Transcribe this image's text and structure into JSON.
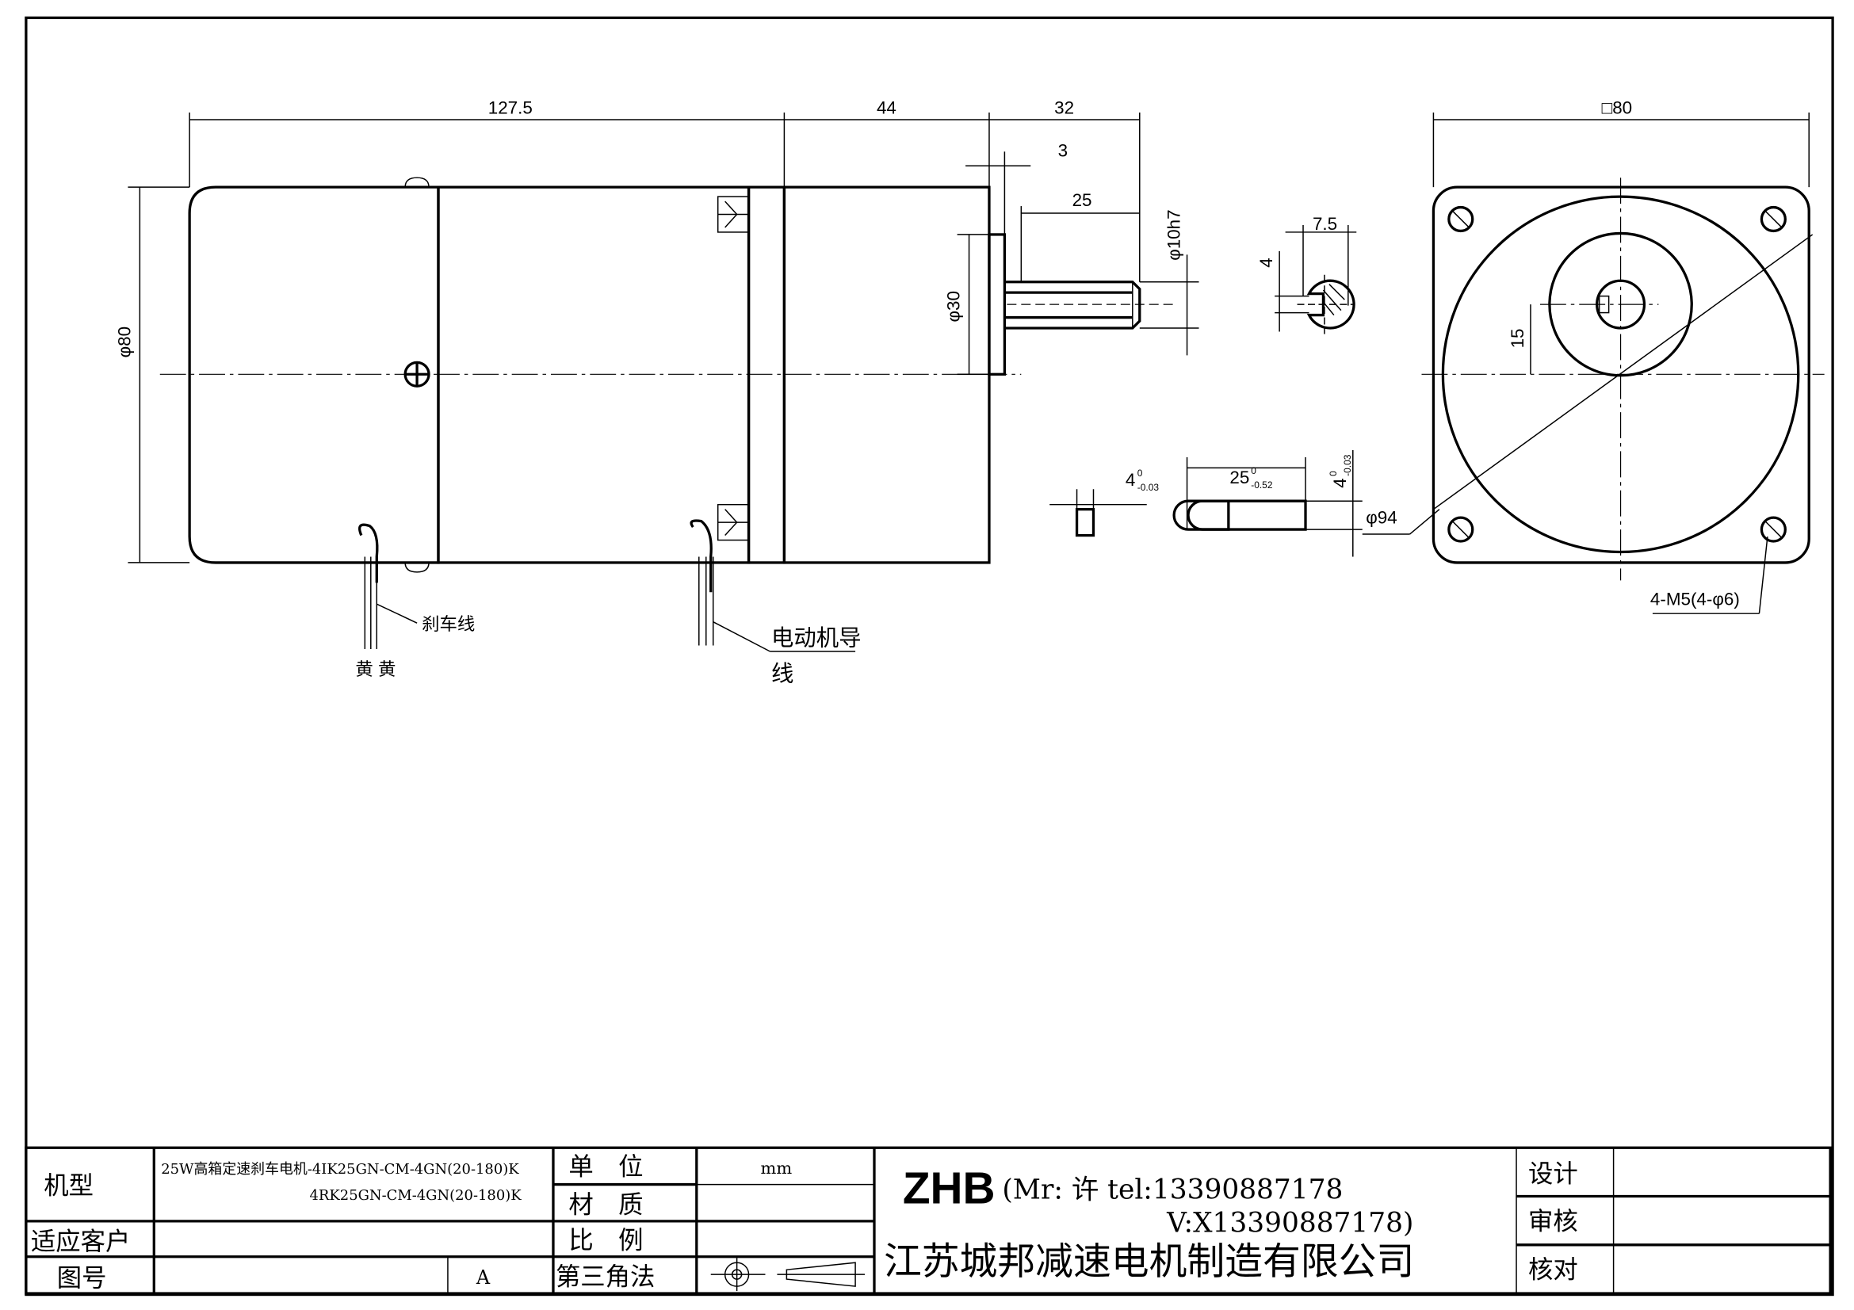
{
  "drawing": {
    "dimensions": {
      "body_length": "127.5",
      "gearbox_length": "44",
      "shaft_total": "32",
      "boss": "3",
      "shaft_key_length": "25",
      "shaft_dia": "φ10h7",
      "boss_dia": "φ30",
      "motor_dia": "φ80",
      "square": "□80",
      "key_width": "7.5",
      "key_depth": "4",
      "offset": "15",
      "key_tol_a": "4",
      "key_tol_a_sup": "0",
      "key_tol_a_sub": "-0.03",
      "key_len": "25",
      "key_len_sup": "0",
      "key_len_sub": "-0.52",
      "key_tol_b": "4",
      "key_tol_b_sup": "0",
      "key_tol_b_sub": "-0.03",
      "pcd": "φ94",
      "holes": "4-M5(4-φ6)"
    },
    "labels": {
      "brake_wire": "刹车线",
      "yellow_yellow": "黄 黄",
      "motor_lead_1": "电动机导",
      "motor_lead_2": "线"
    }
  },
  "title_block": {
    "model_label": "机型",
    "model_line1": "25W高箱定速刹车电机-4IK25GN-CM-4GN(20-180)K",
    "model_line2": "4RK25GN-CM-4GN(20-180)K",
    "customer_label": "适应客户",
    "drawing_no_label": "图号",
    "revision": "A",
    "unit_label": "单　位",
    "unit_value": "mm",
    "material_label": "材　质",
    "scale_label": "比　例",
    "projection_label": "第三角法",
    "brand": "ZHB",
    "contact_line1": "(Mr: 许 tel:13390887178",
    "contact_line2": "V:X13390887178)",
    "company": "江苏城邦减速电机制造有限公司",
    "design_label": "设计",
    "review_label": "审核",
    "check_label": "核对"
  }
}
